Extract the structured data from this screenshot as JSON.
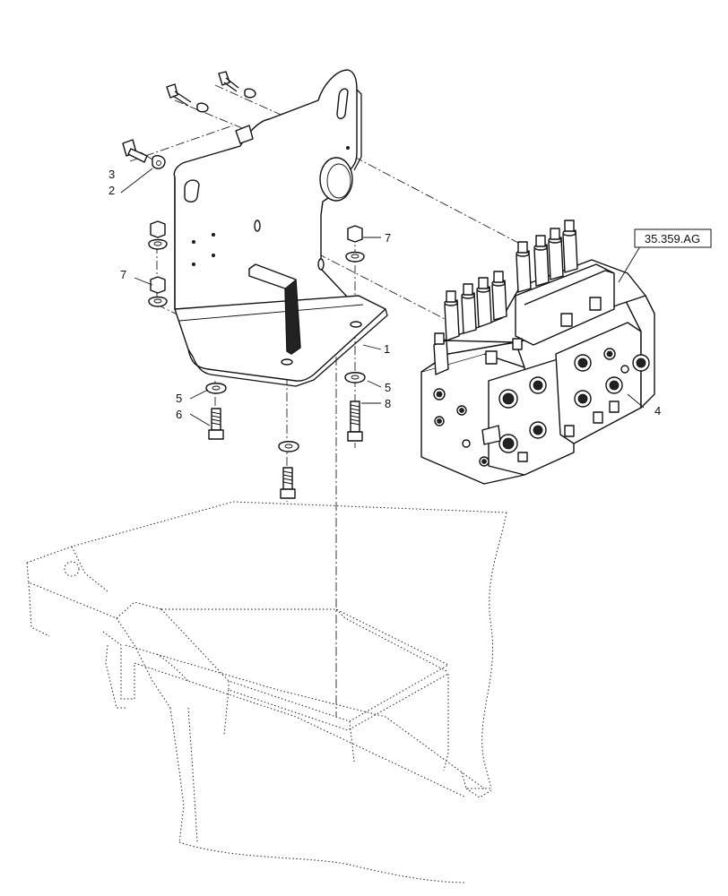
{
  "callouts": {
    "c1": "1",
    "c2": "2",
    "c3": "3",
    "c4": "4",
    "c5a": "5",
    "c5b": "5",
    "c6": "6",
    "c7a": "7",
    "c7b": "7",
    "c8": "8"
  },
  "reference": {
    "label": "35.359.AG"
  }
}
